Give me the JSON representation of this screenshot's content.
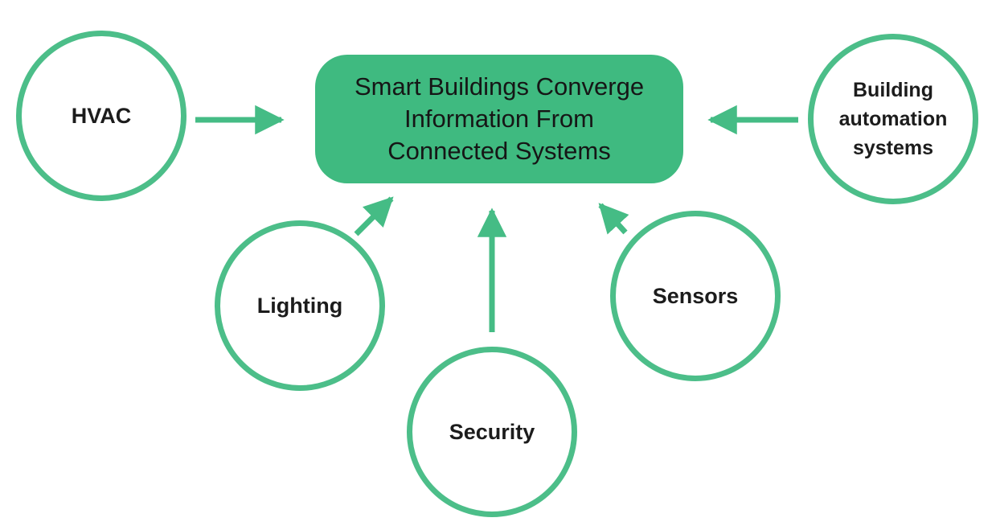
{
  "diagram": {
    "hub": {
      "label": "Smart Buildings Converge Information From Connected Systems",
      "lines": [
        "Smart Buildings Converge",
        "Information From",
        "Connected Systems"
      ]
    },
    "nodes": [
      {
        "id": "hvac",
        "label": "HVAC"
      },
      {
        "id": "building-automation-systems",
        "label": "Building automation systems"
      },
      {
        "id": "lighting",
        "label": "Lighting"
      },
      {
        "id": "security",
        "label": "Security"
      },
      {
        "id": "sensors",
        "label": "Sensors"
      }
    ],
    "connections": [
      {
        "from": "hvac",
        "to": "hub",
        "direction": "right"
      },
      {
        "from": "building-automation-systems",
        "to": "hub",
        "direction": "left"
      },
      {
        "from": "lighting",
        "to": "hub",
        "direction": "up-right"
      },
      {
        "from": "security",
        "to": "hub",
        "direction": "up"
      },
      {
        "from": "sensors",
        "to": "hub",
        "direction": "up-left"
      }
    ]
  },
  "colors": {
    "accent": "#45BC85",
    "node_border": "#4CBE89",
    "node_fill": "#FFFFFF",
    "hub_fill": "#3FBA80",
    "text": "#1C1C1C",
    "background": "#FFFFFF"
  }
}
